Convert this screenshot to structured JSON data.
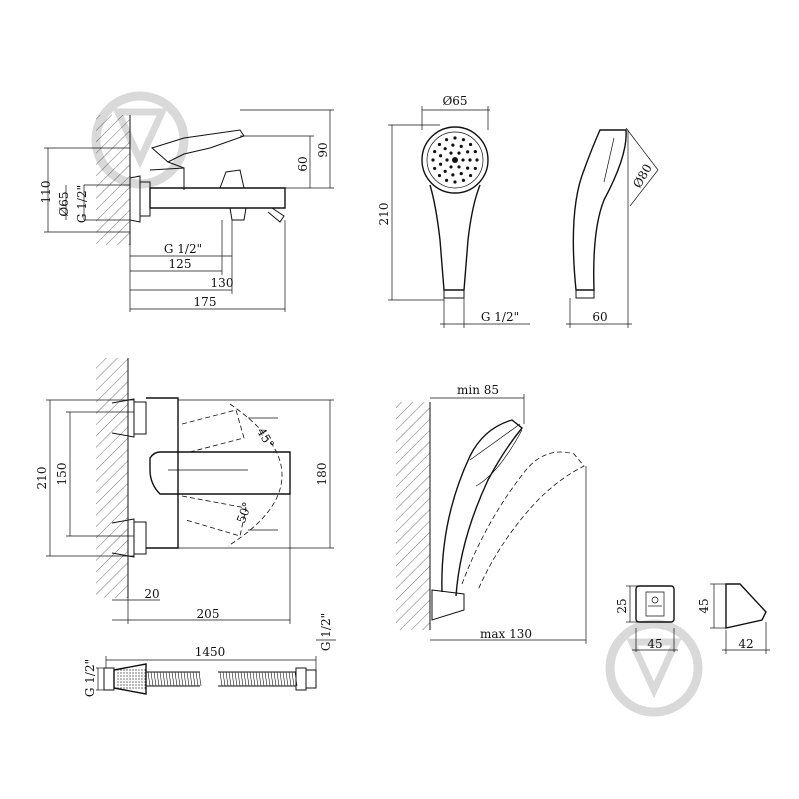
{
  "dims": {
    "top_left": {
      "d1": "110",
      "d2": "Ø65",
      "d3": "G 1/2\"",
      "d4": "60",
      "d5": "90",
      "d6": "G 1/2\"",
      "d7": "125",
      "d8": "130",
      "d9": "175"
    },
    "hand_shower": {
      "diameter": "Ø65",
      "height": "210",
      "thread": "G 1/2\"",
      "head_diameter": "Ø80",
      "depth": "60"
    },
    "mixer_front": {
      "h1": "210",
      "h2": "150",
      "h3": "180",
      "angle1": "45°",
      "angle2": "50°",
      "w1": "20",
      "w2": "205"
    },
    "holder_side": {
      "min": "min 85",
      "max": "max 130"
    },
    "bracket": {
      "h": "25",
      "w": "45",
      "h2": "45",
      "w2": "42"
    },
    "hose": {
      "length": "1450",
      "thread_left": "G 1/2\"",
      "thread_right": "G 1/2\""
    }
  }
}
